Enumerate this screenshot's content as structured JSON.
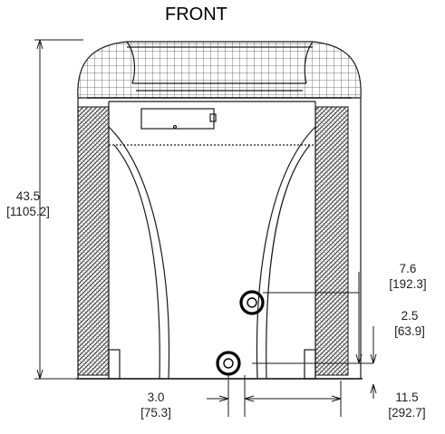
{
  "title": "FRONT",
  "dimensions": {
    "height": {
      "value": "43.5",
      "metric": "[1105.2]"
    },
    "upper_connection": {
      "value": "7.6",
      "metric": "[192.3]"
    },
    "lower_connection": {
      "value": "2.5",
      "metric": "[63.9]"
    },
    "bottom_offset": {
      "value": "3.0",
      "metric": "[75.3]"
    },
    "side_offset": {
      "value": "11.5",
      "metric": "[292.7]"
    }
  },
  "colors": {
    "line": "#1a1a1a",
    "background": "#ffffff"
  }
}
